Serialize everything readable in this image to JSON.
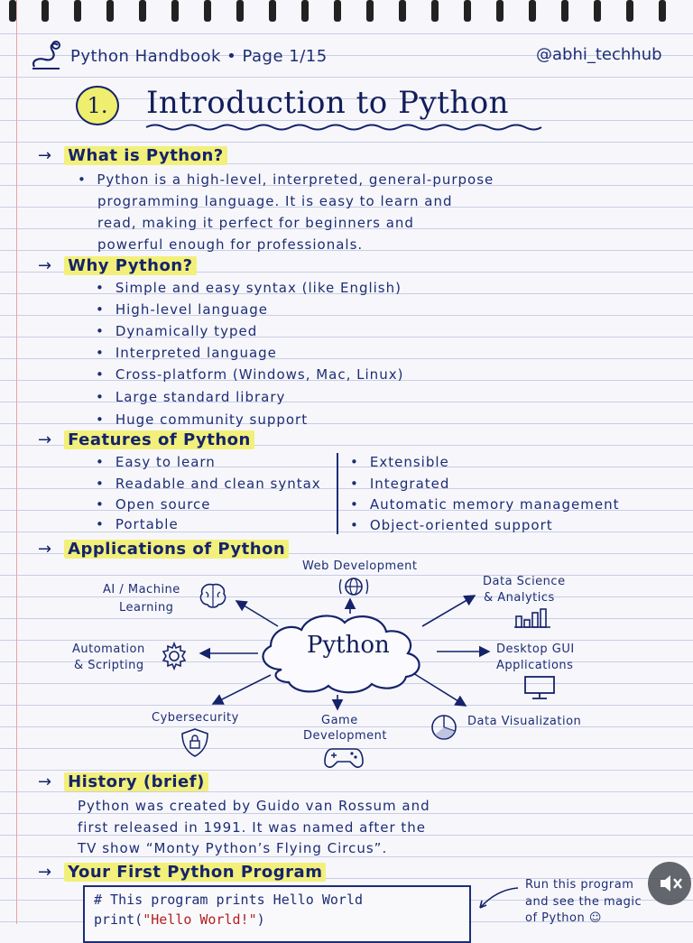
{
  "header": {
    "book_label": "Python Handbook • Page 1/15",
    "handle": "@abhi_techhub"
  },
  "title": {
    "number": "1.",
    "text": "Introduction to Python"
  },
  "what": {
    "heading": "What is Python?",
    "lines": [
      "Python is a high-level, interpreted, general-purpose",
      "programming language. It is easy to learn and",
      "read, making it perfect for beginners and",
      "powerful enough for professionals."
    ]
  },
  "why": {
    "heading": "Why Python?",
    "items": [
      "Simple and easy syntax (like English)",
      "High-level language",
      "Dynamically typed",
      "Interpreted language",
      "Cross-platform (Windows, Mac, Linux)",
      "Large standard library",
      "Huge community support"
    ]
  },
  "features": {
    "heading": "Features of Python",
    "left": [
      "Easy to learn",
      "Readable and clean syntax",
      "Open source",
      "Portable"
    ],
    "right": [
      "Extensible",
      "Integrated",
      "Automatic memory management",
      "Object-oriented support"
    ]
  },
  "applications": {
    "heading": "Applications of Python",
    "center": "Python",
    "web": "Web Development",
    "ai_1": "AI / Machine",
    "ai_2": "Learning",
    "data_sci_1": "Data Science",
    "data_sci_2": "& Analytics",
    "automation_1": "Automation",
    "automation_2": "& Scripting",
    "desktop_1": "Desktop GUI",
    "desktop_2": "Applications",
    "cyber": "Cybersecurity",
    "game_1": "Game",
    "game_2": "Development",
    "dataviz": "Data Visualization"
  },
  "history": {
    "heading": "History (brief)",
    "lines": [
      "Python was created by Guido van Rossum and",
      "first released in 1991. It was named after the",
      "TV show “Monty Python’s Flying Circus”."
    ]
  },
  "program": {
    "heading": "Your First Python Program",
    "comment": "# This program prints Hello World",
    "code_prefix": "print(",
    "code_string": "\"Hello World!\"",
    "code_suffix": ")",
    "note_1": "Run this program",
    "note_2": "and see the magic",
    "note_3": "of Python ☺"
  },
  "icons": {
    "logo": "python-snake-icon",
    "mute": "speaker-muted-icon"
  }
}
